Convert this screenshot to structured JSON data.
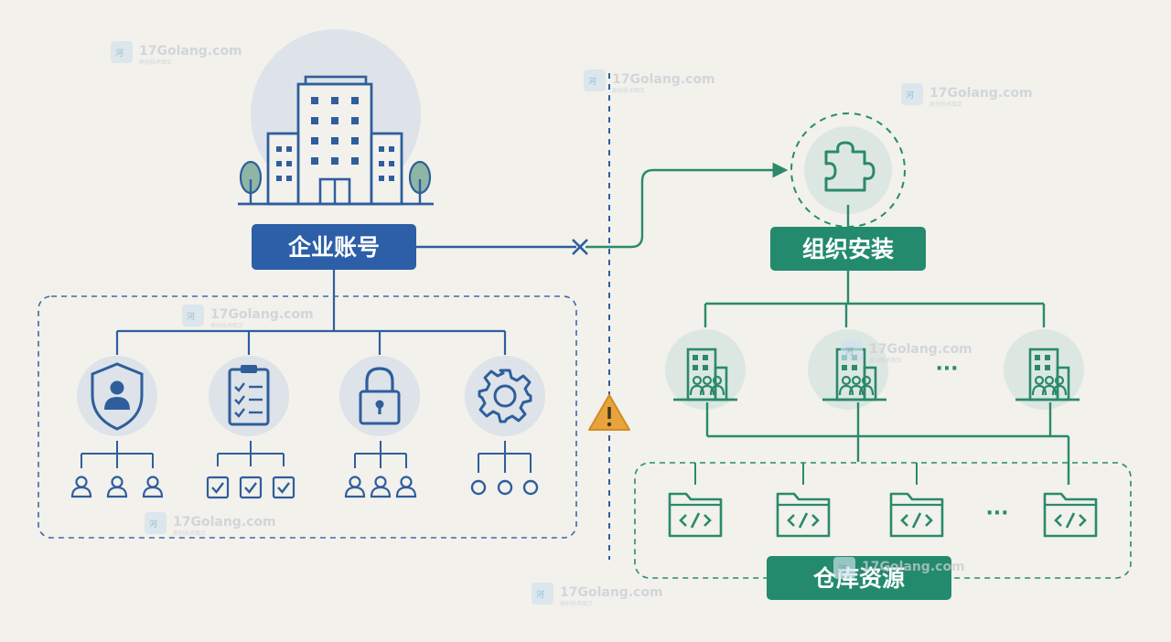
{
  "colors": {
    "blue": "#2f5e9c",
    "blue_fill": "#2d5fa8",
    "green": "#2a8a6b",
    "green_fill": "#238a6d",
    "warning": "#e7a33c",
    "circle_bg": "#dde3e8",
    "green_circle_bg": "#dde7e2"
  },
  "left": {
    "label": "企业账号",
    "icons": [
      "shield-user-icon",
      "checklist-icon",
      "lock-icon",
      "gear-icon"
    ],
    "sub_icons": [
      "people-icon",
      "checkbox-icon",
      "people-icon",
      "circle-icon"
    ]
  },
  "right": {
    "install_label": "组织安装",
    "repo_label": "仓库资源",
    "org_ellipsis": "···",
    "repo_ellipsis": "···"
  },
  "separator": {
    "icon": "warning-icon",
    "blocked_icon": "cross-icon"
  },
  "watermark": {
    "text": "17Golang.com",
    "sub": "原创技术图文"
  }
}
